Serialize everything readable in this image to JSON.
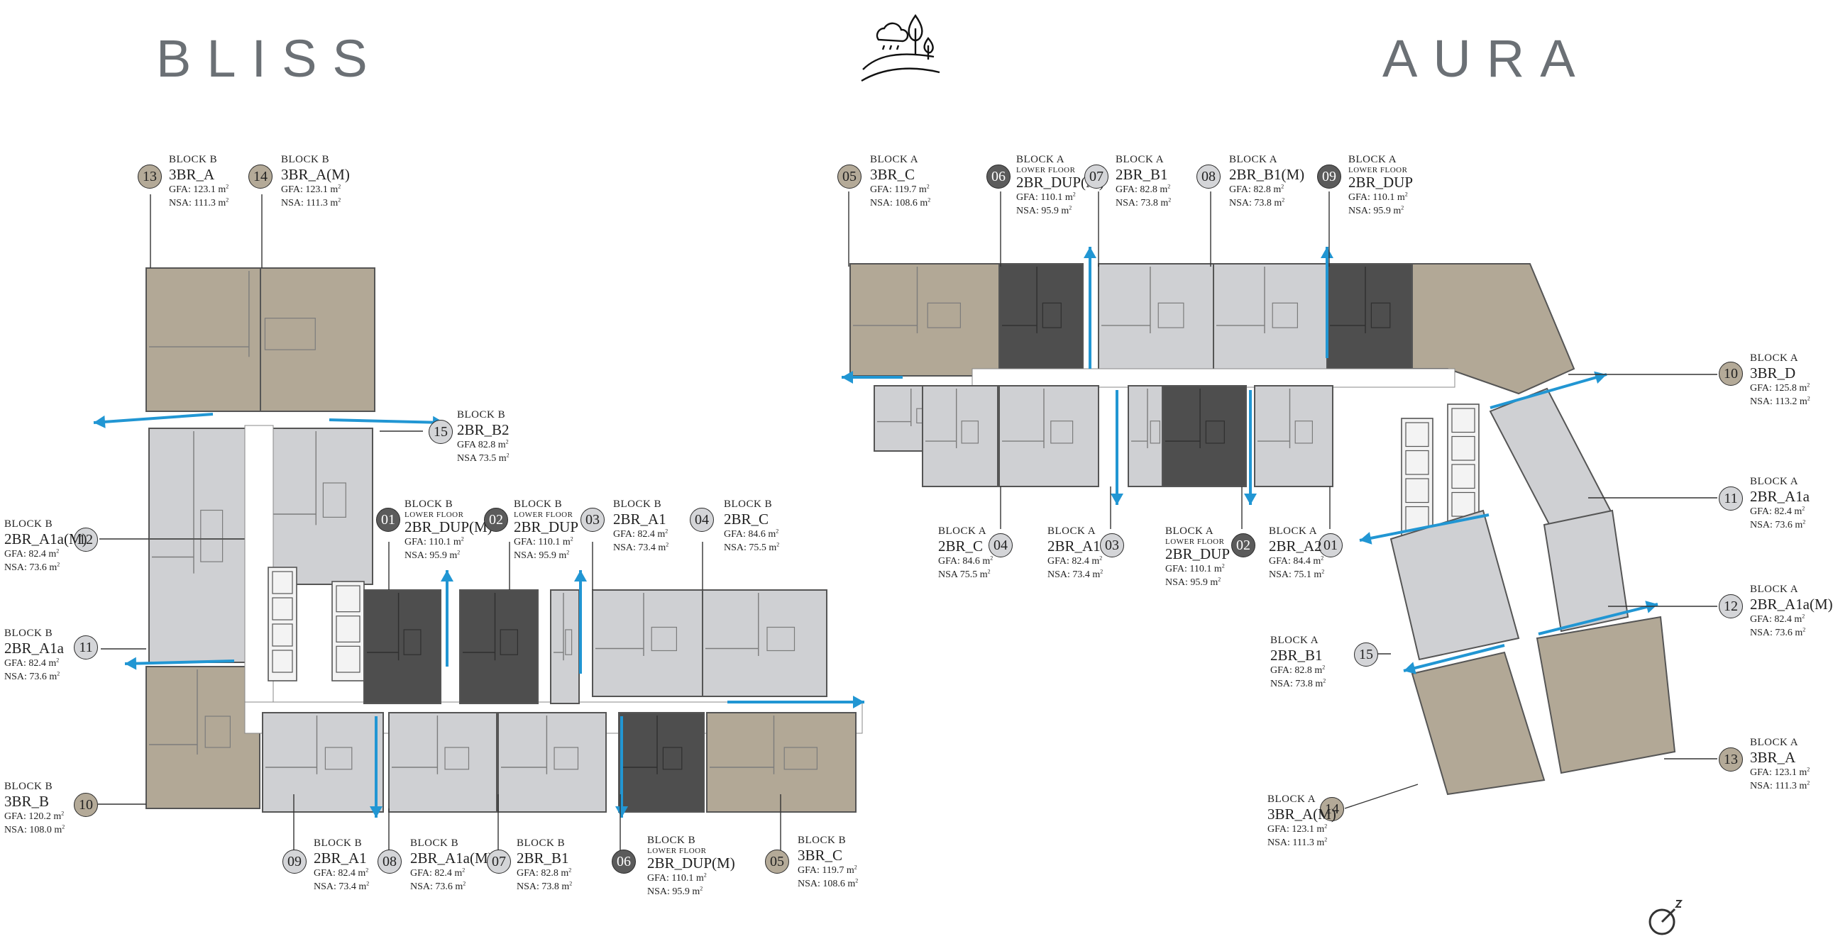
{
  "titles": {
    "left": "BLISS",
    "right": "AURA"
  },
  "colors": {
    "light": "#cfd0d3",
    "beige": "#b2a896",
    "dark": "#4e4e4e",
    "arrow": "#2196d3",
    "corridor": "#ffffff",
    "wall": "#555555"
  },
  "labels": {
    "bliss": [
      {
        "id": "b13",
        "num": "13",
        "tone": "bg",
        "block": "BLOCK B",
        "lower": "",
        "type": "3BR_A",
        "gfa": "GFA: 123.1 m",
        "nsa": "NSA: 111.3 m"
      },
      {
        "id": "b14",
        "num": "14",
        "tone": "bg",
        "block": "BLOCK B",
        "lower": "",
        "type": "3BR_A(M)",
        "gfa": "GFA: 123.1 m",
        "nsa": "NSA: 111.3 m"
      },
      {
        "id": "b15",
        "num": "15",
        "tone": "lt",
        "block": "BLOCK B",
        "lower": "",
        "type": "2BR_B2",
        "gfa": "GFA 82.8 m",
        "nsa": "NSA 73.5 m"
      },
      {
        "id": "b12",
        "num": "12",
        "tone": "lt",
        "block": "BLOCK B",
        "lower": "",
        "type": "2BR_A1a(M)",
        "gfa": "GFA: 82.4 m",
        "nsa": "NSA: 73.6 m"
      },
      {
        "id": "b11",
        "num": "11",
        "tone": "lt",
        "block": "BLOCK B",
        "lower": "",
        "type": "2BR_A1a",
        "gfa": "GFA: 82.4 m",
        "nsa": "NSA: 73.6 m"
      },
      {
        "id": "b10",
        "num": "10",
        "tone": "bg",
        "block": "BLOCK B",
        "lower": "",
        "type": "3BR_B",
        "gfa": "GFA: 120.2 m",
        "nsa": "NSA: 108.0 m"
      },
      {
        "id": "b01",
        "num": "01",
        "tone": "dk",
        "block": "BLOCK B",
        "lower": "LOWER FLOOR",
        "type": "2BR_DUP(M)",
        "gfa": "GFA: 110.1 m",
        "nsa": "NSA: 95.9 m"
      },
      {
        "id": "b02",
        "num": "02",
        "tone": "dk",
        "block": "BLOCK B",
        "lower": "LOWER FLOOR",
        "type": "2BR_DUP",
        "gfa": "GFA: 110.1 m",
        "nsa": "NSA: 95.9 m"
      },
      {
        "id": "b03",
        "num": "03",
        "tone": "lt",
        "block": "BLOCK B",
        "lower": "",
        "type": "2BR_A1",
        "gfa": "GFA: 82.4 m",
        "nsa": "NSA: 73.4 m"
      },
      {
        "id": "b04",
        "num": "04",
        "tone": "lt",
        "block": "BLOCK B",
        "lower": "",
        "type": "2BR_C",
        "gfa": "GFA: 84.6 m",
        "nsa": "NSA: 75.5 m"
      },
      {
        "id": "b09",
        "num": "09",
        "tone": "lt",
        "block": "BLOCK B",
        "lower": "",
        "type": "2BR_A1",
        "gfa": "GFA: 82.4 m",
        "nsa": "NSA: 73.4 m"
      },
      {
        "id": "b08",
        "num": "08",
        "tone": "lt",
        "block": "BLOCK B",
        "lower": "",
        "type": "2BR_A1a(M)",
        "gfa": "GFA: 82.4 m",
        "nsa": "NSA: 73.6 m"
      },
      {
        "id": "b07",
        "num": "07",
        "tone": "lt",
        "block": "BLOCK B",
        "lower": "",
        "type": "2BR_B1",
        "gfa": "GFA: 82.8 m",
        "nsa": "NSA: 73.8 m"
      },
      {
        "id": "b06",
        "num": "06",
        "tone": "dk",
        "block": "BLOCK B",
        "lower": "LOWER FLOOR",
        "type": "2BR_DUP(M)",
        "gfa": "GFA: 110.1 m",
        "nsa": "NSA: 95.9 m"
      },
      {
        "id": "b05",
        "num": "05",
        "tone": "bg",
        "block": "BLOCK B",
        "lower": "",
        "type": "3BR_C",
        "gfa": "GFA: 119.7 m",
        "nsa": "NSA: 108.6 m"
      }
    ],
    "aura": [
      {
        "id": "a05",
        "num": "05",
        "tone": "bg",
        "block": "BLOCK A",
        "lower": "",
        "type": "3BR_C",
        "gfa": "GFA: 119.7 m",
        "nsa": "NSA: 108.6 m"
      },
      {
        "id": "a06",
        "num": "06",
        "tone": "dk",
        "block": "BLOCK A",
        "lower": "LOWER FLOOR",
        "type": "2BR_DUP(M)",
        "gfa": "GFA: 110.1 m",
        "nsa": "NSA: 95.9 m"
      },
      {
        "id": "a07",
        "num": "07",
        "tone": "lt",
        "block": "BLOCK A",
        "lower": "",
        "type": "2BR_B1",
        "gfa": "GFA: 82.8 m",
        "nsa": "NSA: 73.8 m"
      },
      {
        "id": "a08",
        "num": "08",
        "tone": "lt",
        "block": "BLOCK A",
        "lower": "",
        "type": "2BR_B1(M)",
        "gfa": "GFA: 82.8 m",
        "nsa": "NSA: 73.8 m"
      },
      {
        "id": "a09",
        "num": "09",
        "tone": "dk",
        "block": "BLOCK A",
        "lower": "LOWER FLOOR",
        "type": "2BR_DUP",
        "gfa": "GFA: 110.1 m",
        "nsa": "NSA: 95.9 m"
      },
      {
        "id": "a10",
        "num": "10",
        "tone": "bg",
        "block": "BLOCK A",
        "lower": "",
        "type": "3BR_D",
        "gfa": "GFA: 125.8 m",
        "nsa": "NSA: 113.2 m"
      },
      {
        "id": "a11",
        "num": "11",
        "tone": "lt",
        "block": "BLOCK A",
        "lower": "",
        "type": "2BR_A1a",
        "gfa": "GFA: 82.4 m",
        "nsa": "NSA: 73.6 m"
      },
      {
        "id": "a12",
        "num": "12",
        "tone": "lt",
        "block": "BLOCK A",
        "lower": "",
        "type": "2BR_A1a(M)",
        "gfa": "GFA: 82.4 m",
        "nsa": "NSA: 73.6 m"
      },
      {
        "id": "a13",
        "num": "13",
        "tone": "bg",
        "block": "BLOCK A",
        "lower": "",
        "type": "3BR_A",
        "gfa": "GFA: 123.1 m",
        "nsa": "NSA: 111.3 m"
      },
      {
        "id": "a14",
        "num": "14",
        "tone": "bg",
        "block": "BLOCK A",
        "lower": "",
        "type": "3BR_A(M)",
        "gfa": "GFA: 123.1 m",
        "nsa": "NSA: 111.3 m"
      },
      {
        "id": "a15",
        "num": "15",
        "tone": "lt",
        "block": "BLOCK A",
        "lower": "",
        "type": "2BR_B1",
        "gfa": "GFA: 82.8 m",
        "nsa": "NSA: 73.8 m"
      },
      {
        "id": "a04",
        "num": "04",
        "tone": "lt",
        "block": "BLOCK A",
        "lower": "",
        "type": "2BR_C",
        "gfa": "GFA: 84.6 m",
        "nsa": "NSA 75.5 m"
      },
      {
        "id": "a03",
        "num": "03",
        "tone": "lt",
        "block": "BLOCK A",
        "lower": "",
        "type": "2BR_A1",
        "gfa": "GFA: 82.4 m",
        "nsa": "NSA: 73.4 m"
      },
      {
        "id": "a02",
        "num": "02",
        "tone": "dk",
        "block": "BLOCK A",
        "lower": "LOWER FLOOR",
        "type": "2BR_DUP",
        "gfa": "GFA: 110.1 m",
        "nsa": "NSA: 95.9 m"
      },
      {
        "id": "a01",
        "num": "01",
        "tone": "lt",
        "block": "BLOCK A",
        "lower": "",
        "type": "2BR_A2",
        "gfa": "GFA: 84.4 m",
        "nsa": "NSA: 75.1 m"
      }
    ]
  },
  "icons": {
    "top": "weather-landscape-icon",
    "corner": "compass-north-icon"
  }
}
